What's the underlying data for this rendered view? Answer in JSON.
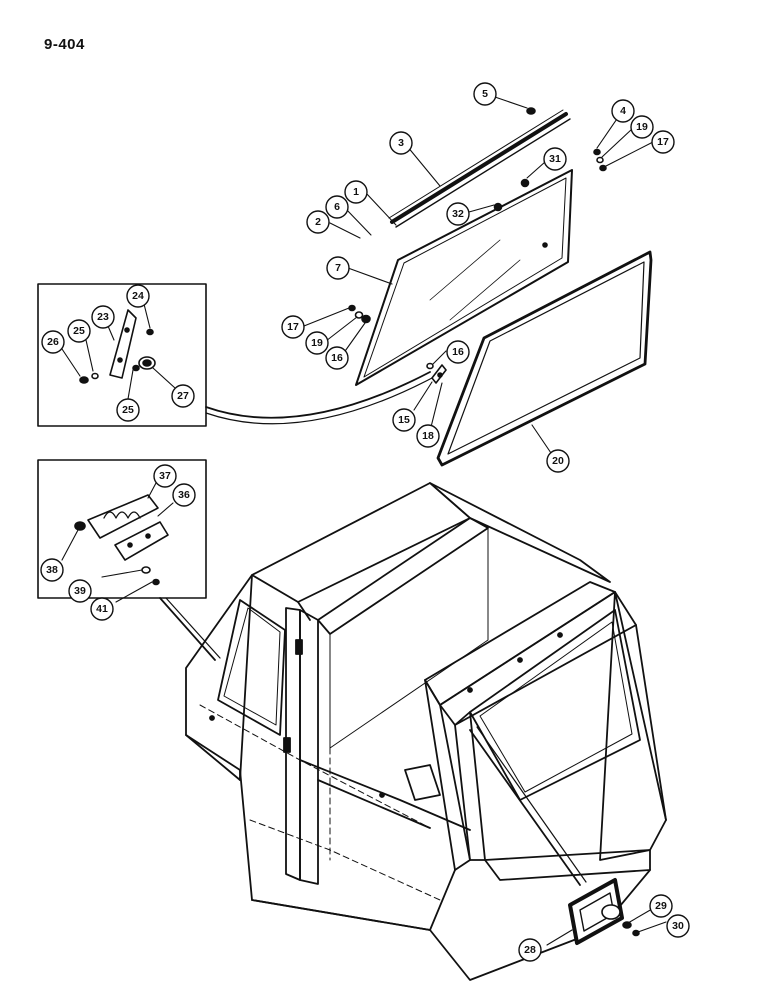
{
  "page": {
    "title": "9-404"
  },
  "callouts": [
    {
      "id": "c5",
      "label": "5"
    },
    {
      "id": "c4",
      "label": "4"
    },
    {
      "id": "c19a",
      "label": "19"
    },
    {
      "id": "c17a",
      "label": "17"
    },
    {
      "id": "c3",
      "label": "3"
    },
    {
      "id": "c31",
      "label": "31"
    },
    {
      "id": "c1",
      "label": "1"
    },
    {
      "id": "c6",
      "label": "6"
    },
    {
      "id": "c2",
      "label": "2"
    },
    {
      "id": "c32",
      "label": "32"
    },
    {
      "id": "c7",
      "label": "7"
    },
    {
      "id": "c17b",
      "label": "17"
    },
    {
      "id": "c19b",
      "label": "19"
    },
    {
      "id": "c16a",
      "label": "16"
    },
    {
      "id": "c16b",
      "label": "16"
    },
    {
      "id": "c15",
      "label": "15"
    },
    {
      "id": "c18",
      "label": "18"
    },
    {
      "id": "c20",
      "label": "20"
    },
    {
      "id": "c24",
      "label": "24"
    },
    {
      "id": "c23",
      "label": "23"
    },
    {
      "id": "c25a",
      "label": "25"
    },
    {
      "id": "c26",
      "label": "26"
    },
    {
      "id": "c25b",
      "label": "25"
    },
    {
      "id": "c27",
      "label": "27"
    },
    {
      "id": "c37",
      "label": "37"
    },
    {
      "id": "c36",
      "label": "36"
    },
    {
      "id": "c38",
      "label": "38"
    },
    {
      "id": "c39",
      "label": "39"
    },
    {
      "id": "c41",
      "label": "41"
    },
    {
      "id": "c29",
      "label": "29"
    },
    {
      "id": "c30",
      "label": "30"
    },
    {
      "id": "c28",
      "label": "28"
    }
  ]
}
